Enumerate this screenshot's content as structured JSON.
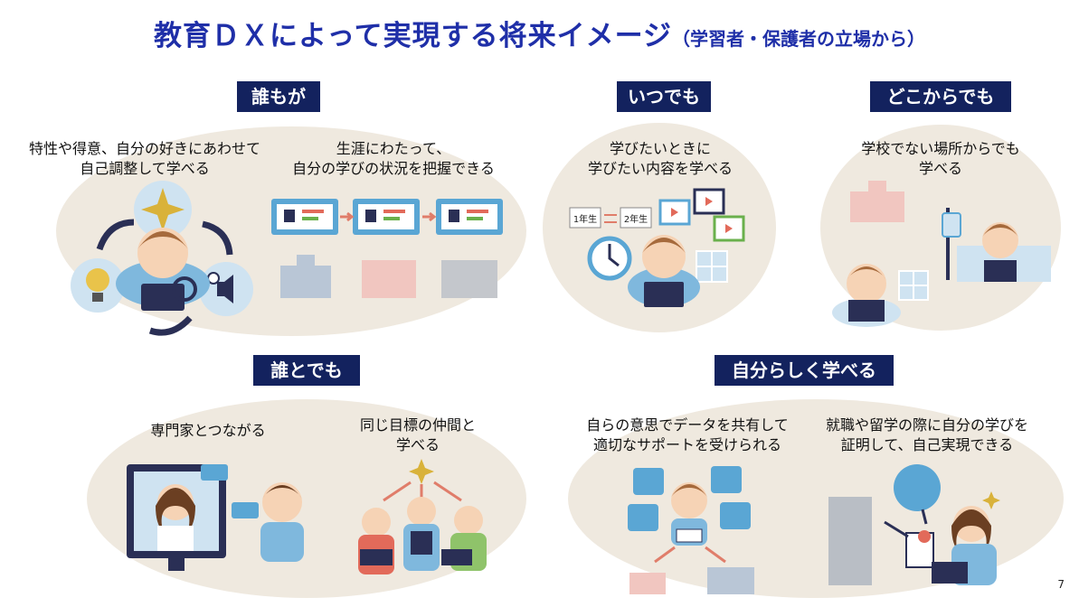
{
  "title": {
    "main": "教育ＤＸによって実現する将来イメージ",
    "sub": "（学習者・保護者の立場から）"
  },
  "sections": {
    "dare_mo": {
      "label": "誰もが",
      "caption_left": [
        "特性や得意、自分の好きにあわせて",
        "自己調整して学べる"
      ],
      "caption_right": [
        "生涯にわたって、",
        "自分の学びの状況を把握できる"
      ]
    },
    "itsu_demo": {
      "label": "いつでも",
      "caption": [
        "学びたいときに",
        "学びたい内容を学べる"
      ],
      "grade_from": "1年生",
      "grade_to": "2年生"
    },
    "doko_kara_demo": {
      "label": "どこからでも",
      "caption": [
        "学校でない場所からでも",
        "学べる"
      ]
    },
    "dare_to_demo": {
      "label": "誰とでも",
      "caption_left": [
        "専門家とつながる"
      ],
      "caption_right": [
        "同じ目標の仲間と",
        "学べる"
      ]
    },
    "jibun_rashiku": {
      "label": "自分らしく学べる",
      "caption_left": [
        "自らの意思でデータを共有して",
        "適切なサポートを受けられる"
      ],
      "caption_right": [
        "就職や留学の際に自分の学びを",
        "証明して、自己実現できる"
      ]
    }
  },
  "page_number": "7",
  "colors": {
    "title": "#1f2fa8",
    "label_bg": "#13225e",
    "oval": "#efe9df",
    "accent_blue": "#6aaed6",
    "arrow": "#e07d6a"
  }
}
